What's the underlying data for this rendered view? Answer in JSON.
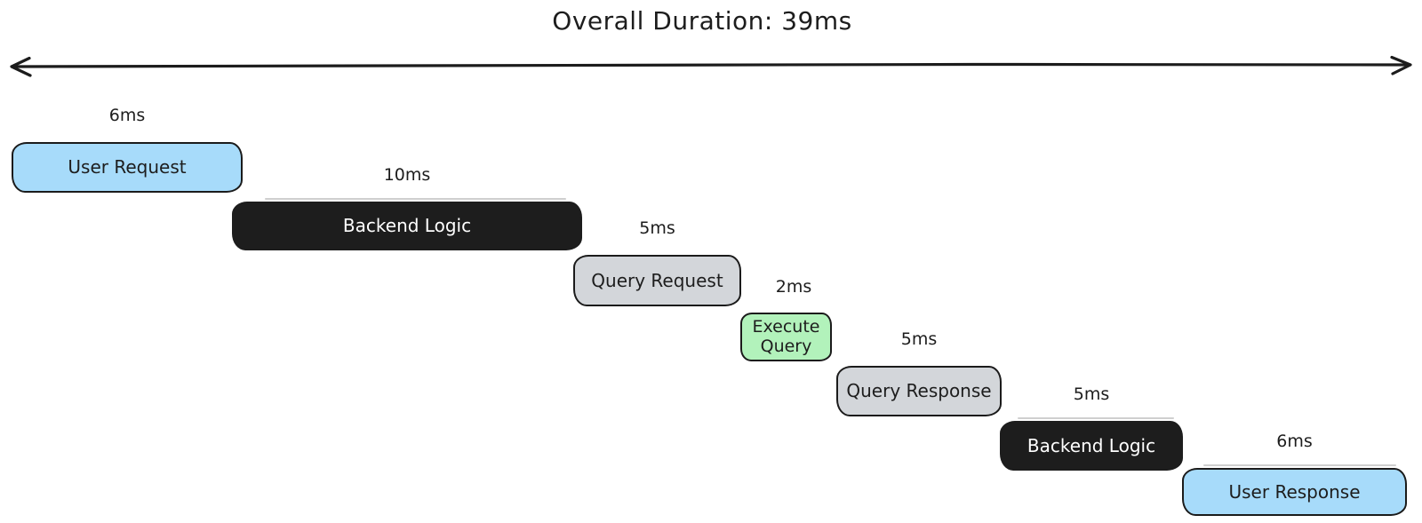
{
  "title": "Overall Duration: 39ms",
  "overall_duration_ms": 39,
  "steps": [
    {
      "label": "User Request",
      "duration": "6ms",
      "ms": 6,
      "color": "blue"
    },
    {
      "label": "Backend Logic",
      "duration": "10ms",
      "ms": 10,
      "color": "black"
    },
    {
      "label": "Query Request",
      "duration": "5ms",
      "ms": 5,
      "color": "gray"
    },
    {
      "label": "Execute Query",
      "duration": "2ms",
      "ms": 2,
      "color": "green"
    },
    {
      "label": "Query Response",
      "duration": "5ms",
      "ms": 5,
      "color": "gray"
    },
    {
      "label": "Backend Logic",
      "duration": "5ms",
      "ms": 5,
      "color": "black"
    },
    {
      "label": "User Response",
      "duration": "6ms",
      "ms": 6,
      "color": "blue"
    }
  ],
  "colors": {
    "blue": "#a7dbfa",
    "black": "#1d1d1d",
    "gray": "#d3d6da",
    "green": "#b2f2bb",
    "ink": "#1d1d1d",
    "background": "#ffffff"
  }
}
